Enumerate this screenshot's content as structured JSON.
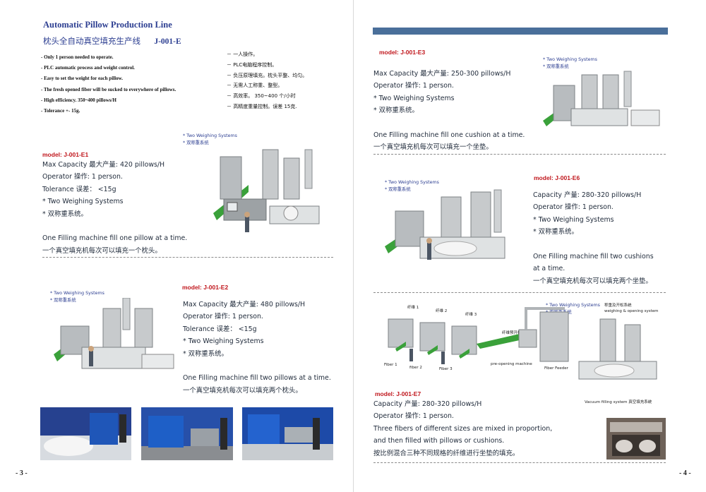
{
  "left_page": {
    "title_en": "Automatic Pillow Production Line",
    "title_cn": "枕头全自动真空填充生产线",
    "title_code": "J-001-E",
    "features_en": [
      "- Only 1 person needed to operate.",
      "- PLC automatic process and weight control.",
      "- Easy to set the weight for each pillow.",
      "- The fresh opened fiber will be sucked to  everywhere of pillows.",
      "- High efficiency.  350~400 pillows/H",
      "- Tolerance +- 15g."
    ],
    "features_cn": [
      "－ 一人操作。",
      "－ PLC电脑程序控制。",
      "－ 负压原理填充。枕头平整、均匀。",
      "－ 无需人工称重、整型。",
      "－ 高效率。  350~400  个/小时",
      "－ 高精度重量控制。误差  15克."
    ],
    "e1": {
      "model": "model: J-001-E1",
      "lines": [
        "Max Capacity 最大产量: 420 pillows/H",
        "Operator 操作: 1 person.",
        "Tolerance 误差：  <15g",
        " * Two Weighing Systems",
        " * 双称重系统。",
        "",
        "One Filling machine  fill one pillow at a time.",
        "一个真空填充机每次可以填充一个枕头。"
      ],
      "weigh_en": "* Two Weighing Systems",
      "weigh_cn": "* 双称重系统"
    },
    "e2": {
      "model": "model: J-001-E2",
      "lines": [
        "Max Capacity 最大产量: 480 pillows/H",
        "Operator 操作: 1 person.",
        "Tolerance 误差：  <15g",
        "* Two Weighing Systems",
        "* 双称重系统。",
        "",
        "One Filling machine  fill two pillows at a time.",
        "一个真空填充机每次可以填充两个枕头。"
      ],
      "weigh_en": "* Two Weighing Systems",
      "weigh_cn": "* 双称重系统"
    },
    "page_number": "- 3 -"
  },
  "right_page": {
    "e3": {
      "model": "model: J-001-E3",
      "lines": [
        "Max Capacity 最大产量: 250-300 pillows/H",
        "Operator 操作: 1 person.",
        "* Two Weighing Systems",
        "* 双称重系统。",
        "",
        "One Filling machine  fill one cushion at a time.",
        "一个真空填充机每次可以填充一个坐垫。"
      ],
      "weigh_en": "* Two Weighing Systems",
      "weigh_cn": "* 双称重系统"
    },
    "e6": {
      "model": "model: J-001-E6",
      "lines": [
        "Capacity 产量: 280-320 pillows/H",
        "Operator 操作: 1 person.",
        "* Two Weighing Systems",
        "* 双称重系统。",
        "",
        "One Filling machine  fill two cushions",
        " at a time.",
        "一个真空填充机每次可以填充两个坐垫。"
      ],
      "weigh_en": "* Two Weighing Systems",
      "weigh_cn": "* 双称重系统"
    },
    "e7": {
      "model": "model: J-001-E7",
      "lines": [
        "Capacity 产量: 280-320 pillows/H",
        "Operator 操作: 1 person.",
        "Three fibers of different sizes are mixed in proportion,",
        "and then filled with pillows or cushions.",
        "按比例混合三种不同规格的纤维进行坐垫的填充。"
      ],
      "weigh_en": "* Two Weighing Systems",
      "weigh_cn": "* 双称重系统",
      "diagram_labels": {
        "fiber1_cn": "纤维 1",
        "fiber2_cn": "纤维 2",
        "fiber3_cn": "纤维 3",
        "fiber1_en": "Fiber 1",
        "fiber2_en": "fiber 2",
        "fiber3_en": "Fiber 3",
        "preopen_cn": "纤维预开松机",
        "preopen_en": "pre-opening machine",
        "feeder_en": "Fiber Feeder",
        "weigh_open_cn": "称重及开松系统",
        "weigh_open_en": "weighing & opening system",
        "vacuum": "Vacuum filling system 真空填充系统"
      }
    },
    "page_number": "- 4 -"
  },
  "colors": {
    "title_blue": "#2c3e91",
    "model_red": "#c0161c",
    "top_bar": "#4a6f9a"
  }
}
